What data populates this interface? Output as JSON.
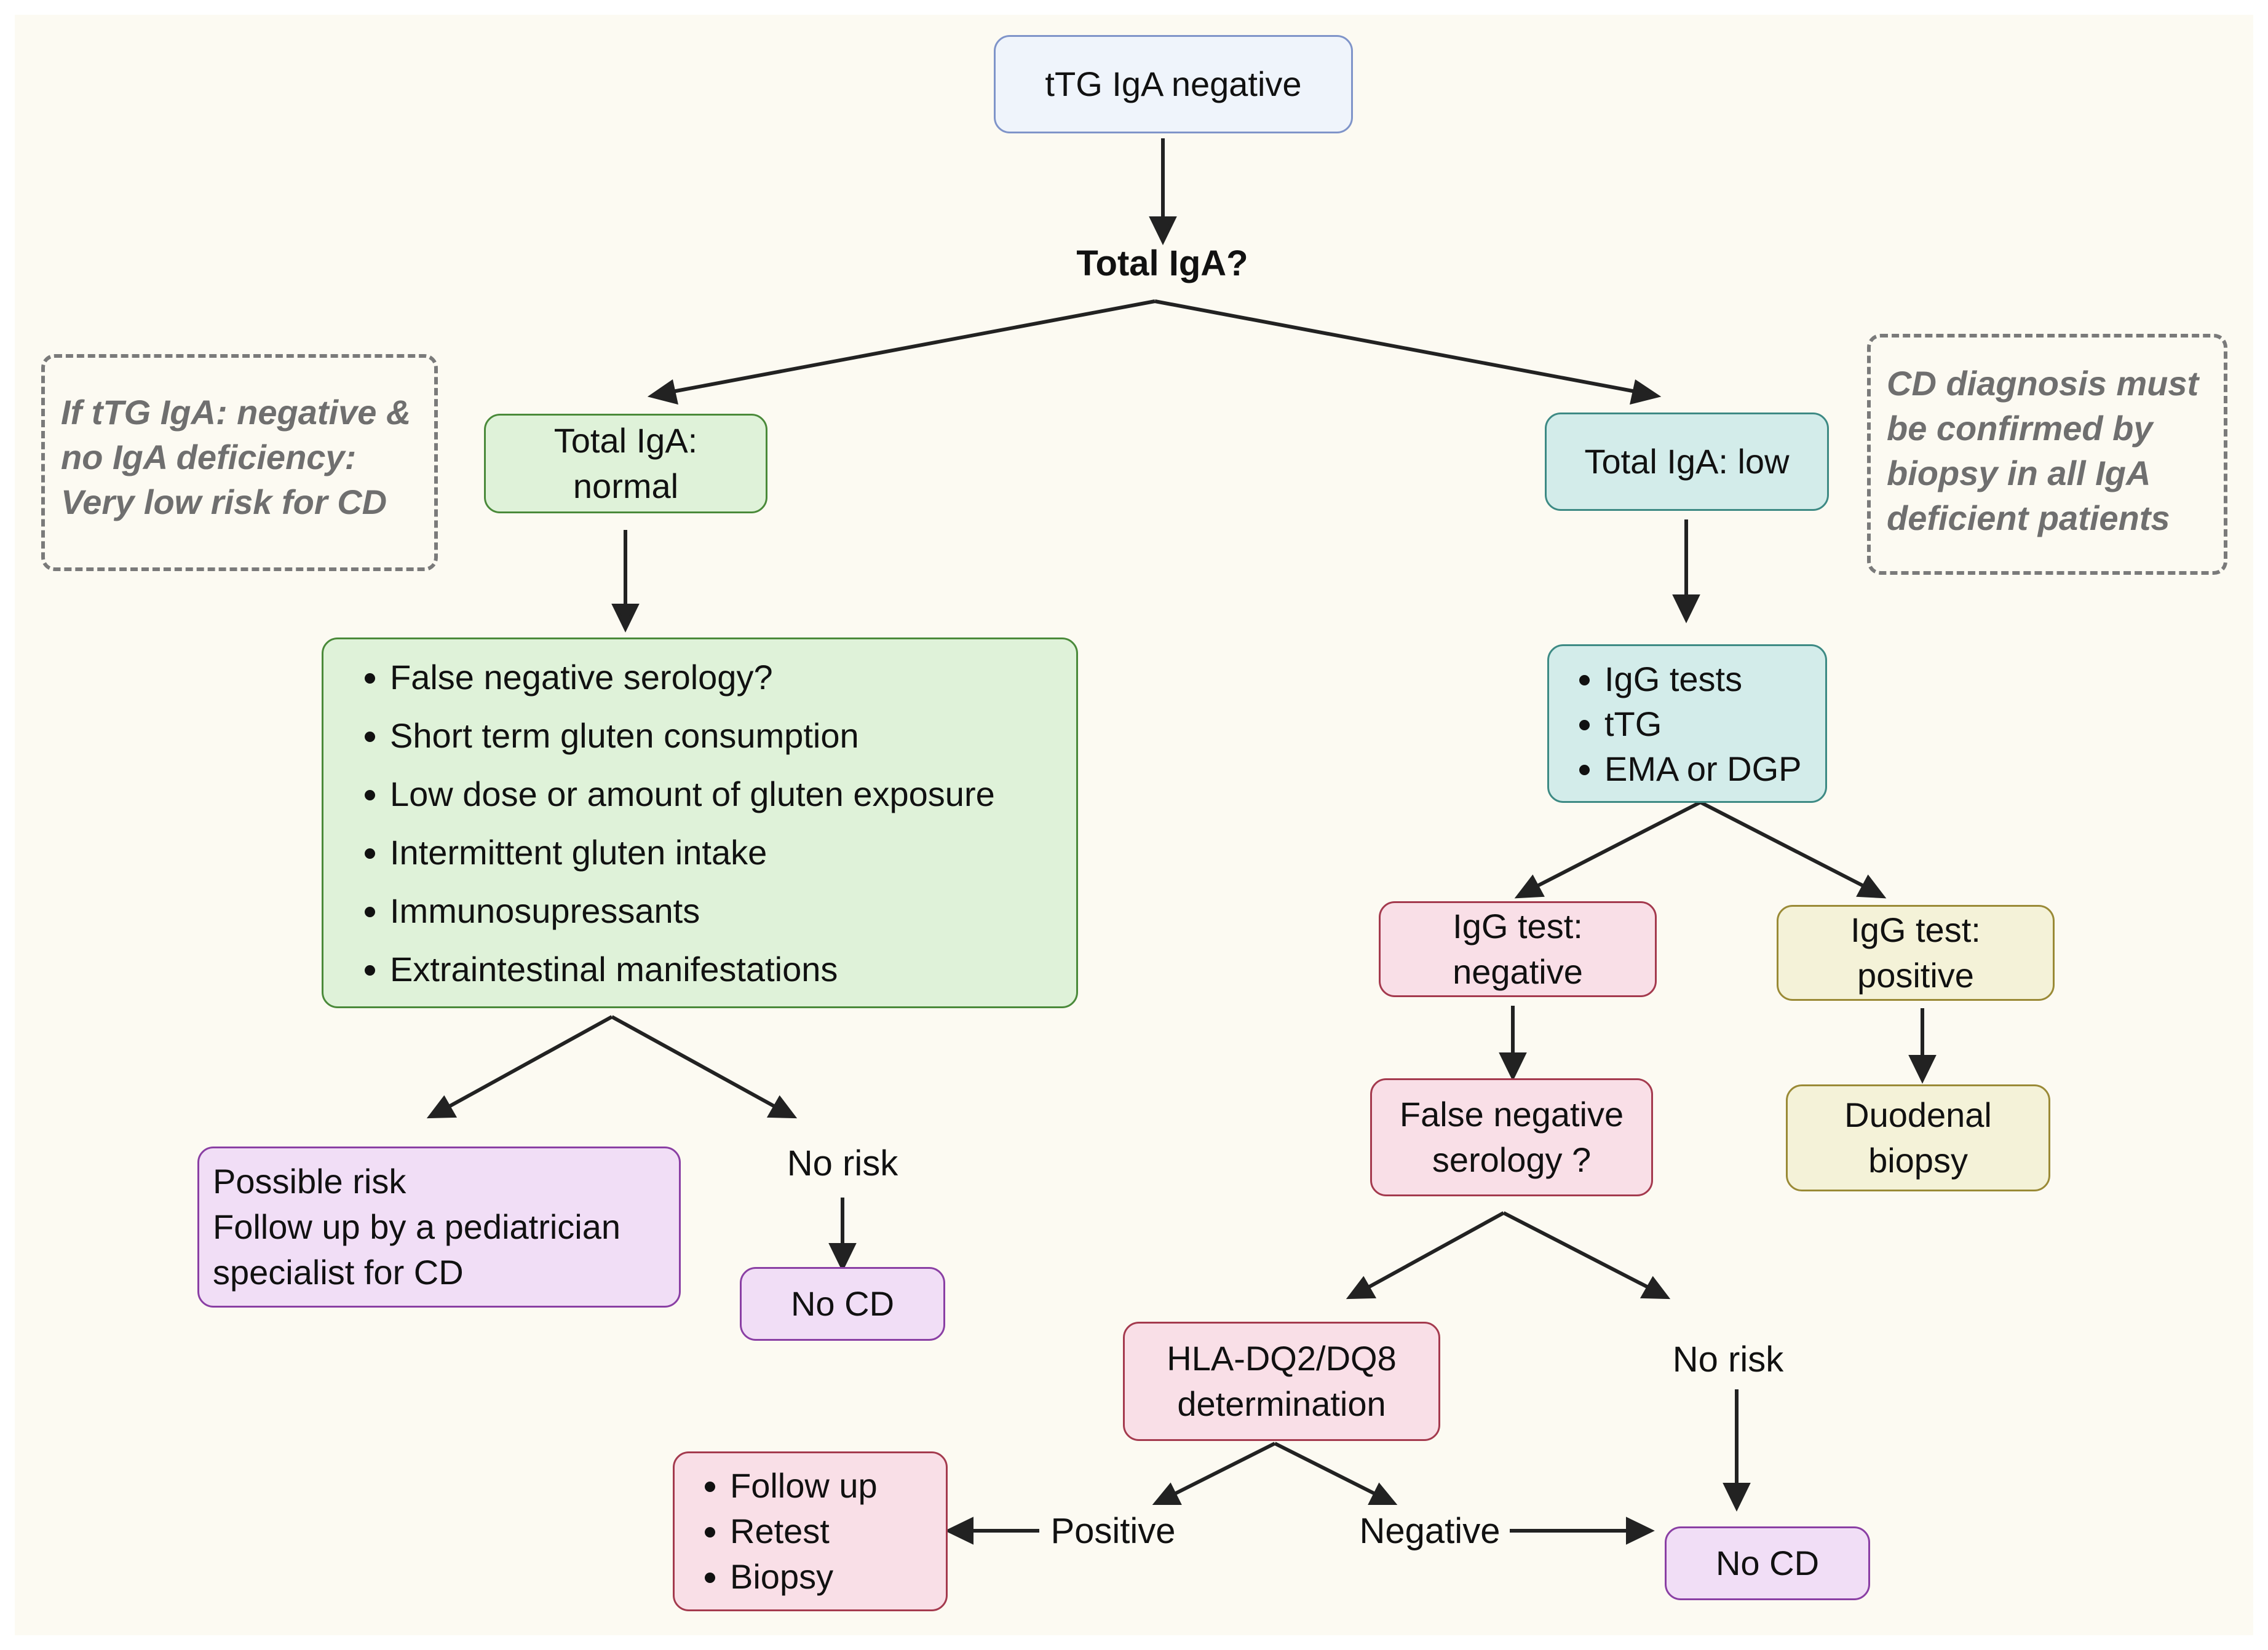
{
  "start": "tTG IgA negative",
  "question": "Total IgA?",
  "note_left": "If tTG IgA: negative &\nno IgA deficiency:\nVery low risk for CD",
  "note_right": "CD diagnosis must\nbe confirmed by\nbiopsy in all IgA\ndeficient patients",
  "iga_normal": "Total IgA:\nnormal",
  "iga_low": "Total IgA: low",
  "considerations": [
    "False negative serology?",
    "Short term gluten consumption",
    "Low dose or amount of gluten exposure",
    "Intermittent gluten intake",
    "Immunosupressants",
    "Extraintestinal manifestations"
  ],
  "igg_tests": [
    "IgG tests",
    "tTG",
    "EMA or DGP"
  ],
  "igg_negative": "IgG test:\nnegative",
  "igg_positive": "IgG test:\npositive",
  "false_neg_serology": "False negative\nserology ?",
  "duodenal_biopsy": "Duodenal\nbiopsy",
  "possible_risk": "Possible risk\nFollow up by a pediatrician\nspecialist for CD",
  "no_risk_left": "No risk",
  "no_cd_left": "No CD",
  "hla": "HLA-DQ2/DQ8\ndetermination",
  "no_risk_right": "No risk",
  "follow_up_list": [
    "Follow up",
    "Retest",
    "Biopsy"
  ],
  "positive": "Positive",
  "negative": "Negative",
  "no_cd_right": "No CD"
}
